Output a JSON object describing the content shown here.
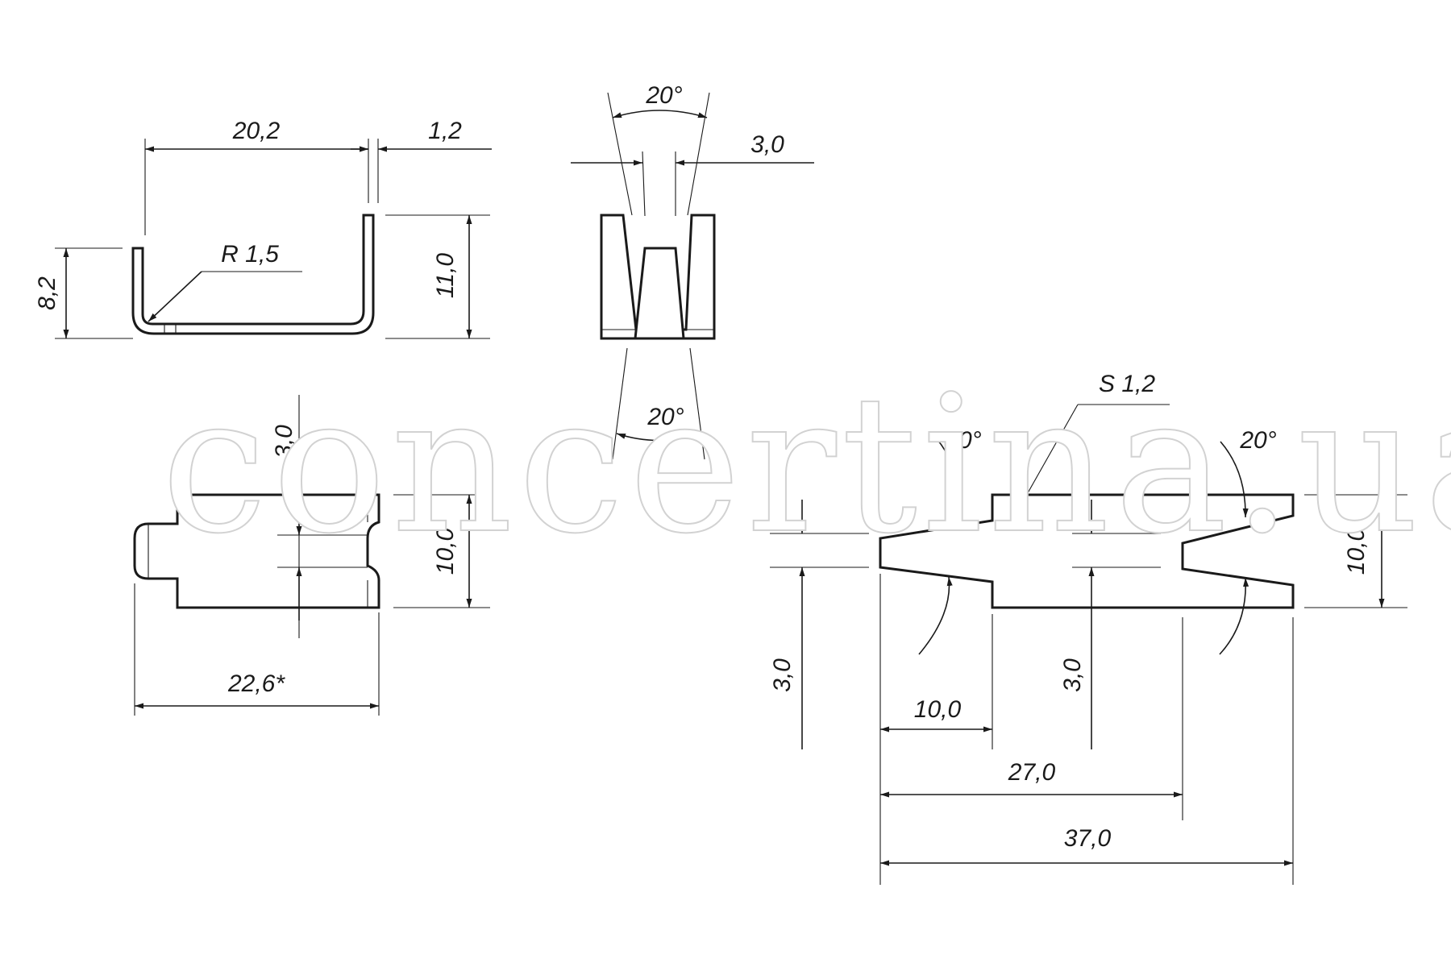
{
  "watermark": "concertina.ua",
  "colors": {
    "line": "#1a1a1a",
    "background": "#ffffff",
    "watermark_stroke": "#d2d2d2"
  },
  "side_view": {
    "width_inner": "20,2",
    "thickness": "1,2",
    "radius": "R 1,5",
    "left_height": "8,2",
    "right_height": "11,0"
  },
  "end_view": {
    "top_angle": "20°",
    "slot_width": "3,0",
    "bottom_angle": "20°"
  },
  "top_view": {
    "gap_top": "3,0",
    "height": "10,0",
    "length": "22,6*"
  },
  "blank_view": {
    "material": "S 1,2",
    "angle_left": "20°",
    "angle_right": "20°",
    "height": "10,0",
    "slot_left": "3,0",
    "slot_mid": "3,0",
    "len_10": "10,0",
    "len_27": "27,0",
    "len_37": "37,0"
  }
}
